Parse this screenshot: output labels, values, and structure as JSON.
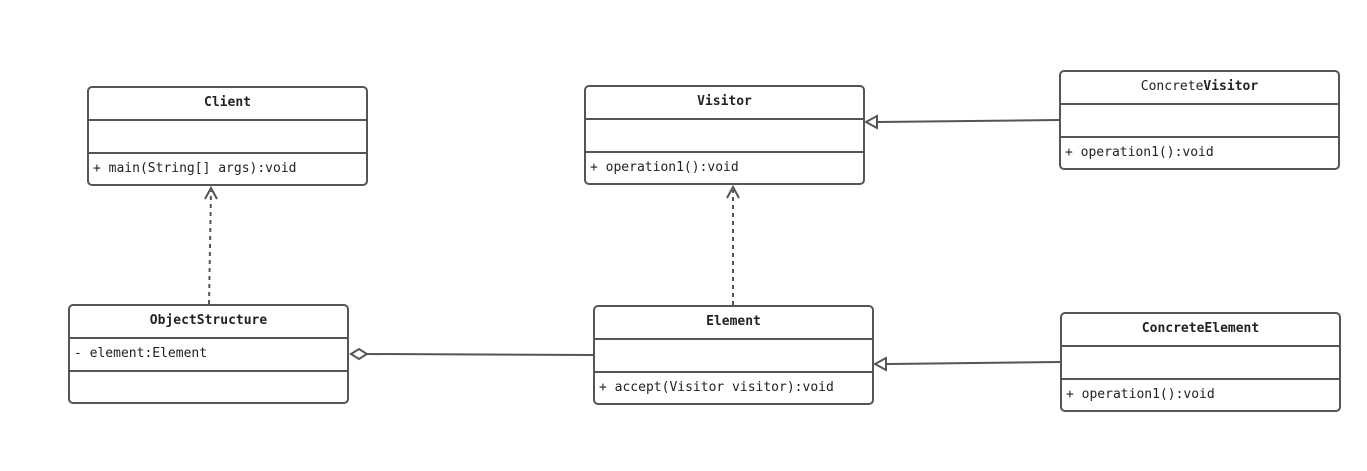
{
  "classes": {
    "client": {
      "name": "Client",
      "attributes": "",
      "methods": "+ main(String[] args):void"
    },
    "visitor": {
      "name": "Visitor",
      "attributes": "",
      "methods": "+ operation1():void"
    },
    "concrete_visitor": {
      "name_prefix": "Concrete",
      "name_suffix": "Visitor",
      "attributes": "",
      "methods": "+ operation1():void"
    },
    "object_structure": {
      "name": "ObjectStructure",
      "attributes": "- element:Element",
      "methods": ""
    },
    "element": {
      "name": "Element",
      "attributes": "",
      "methods": "+ accept(Visitor visitor):void"
    },
    "concrete_element": {
      "name": "ConcreteElement",
      "attributes": "",
      "methods": "+ operation1():void"
    }
  },
  "colors": {
    "line": "#555555",
    "text": "#222222",
    "background": "#ffffff"
  }
}
